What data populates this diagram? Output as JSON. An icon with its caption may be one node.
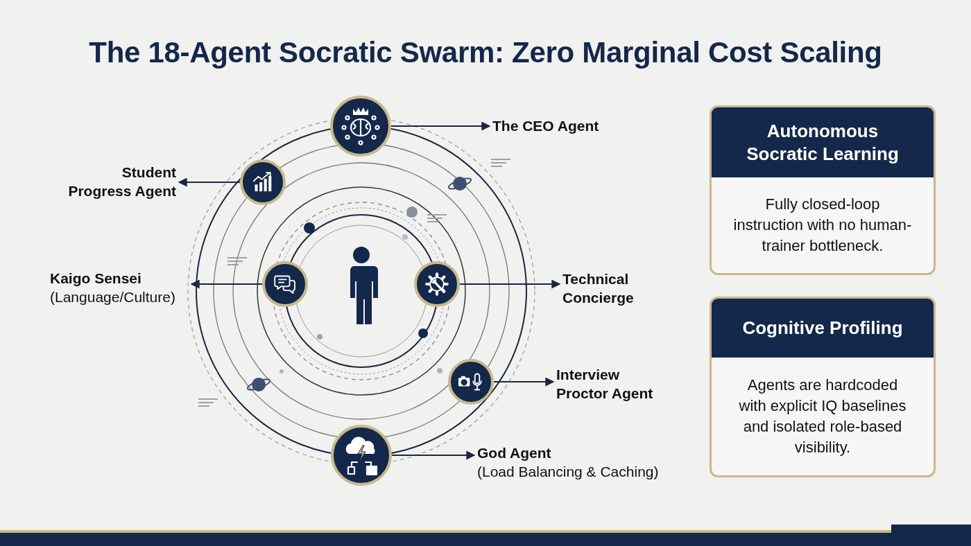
{
  "diagram": {
    "title": "The 18-Agent Socratic Swarm: Zero Marginal Cost Scaling",
    "nodes": [
      {
        "text": [],
        "shape": "circle"
      },
      {
        "text": [
          "The CEO Agent"
        ]
      },
      {
        "text": [],
        "shape": "circle"
      },
      {
        "text": [
          "Student Progress Agent"
        ]
      },
      {
        "text": [],
        "shape": "circle"
      },
      {
        "text": [
          "Kaigo Sensei",
          "(Language/Culture)"
        ]
      },
      {
        "text": [],
        "shape": "circle"
      },
      {
        "text": [
          "Technical Concierge"
        ]
      },
      {
        "text": [],
        "shape": "circle"
      },
      {
        "text": [
          "Interview Proctor Agent"
        ]
      },
      {
        "text": [],
        "shape": "circle"
      },
      {
        "text": [
          "God Agent",
          "(Load Balancing & Caching)"
        ]
      },
      {
        "text": [
          "Autonomous Socratic Learning",
          "Fully closed-loop instruction with no human-trainer bottleneck."
        ]
      },
      {
        "text": [
          "Cognitive Profiling",
          "Agents are hardcoded with explicit IQ baselines and isolated role-based visibility."
        ]
      }
    ],
    "edges": [
      {
        "from": 0,
        "to": 1,
        "arrow": "to"
      },
      {
        "from": 2,
        "to": 3,
        "arrow": "to"
      },
      {
        "from": 4,
        "to": 5,
        "arrow": "to"
      },
      {
        "from": 6,
        "to": 7,
        "arrow": "to"
      },
      {
        "from": 8,
        "to": 9,
        "arrow": "to"
      },
      {
        "from": 10,
        "to": 11,
        "arrow": "to"
      }
    ]
  }
}
